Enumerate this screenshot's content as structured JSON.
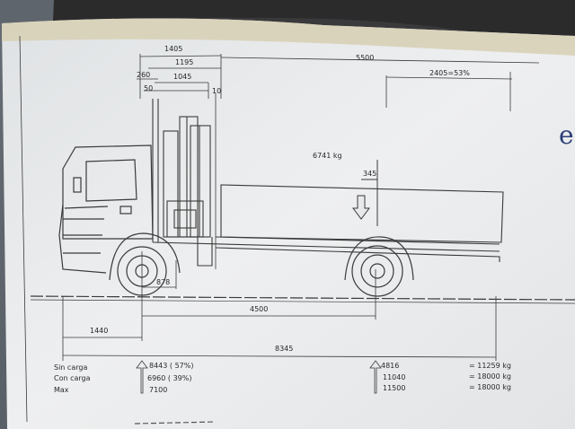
{
  "top_dimensions": {
    "d1405": "1405",
    "d1195": "1195",
    "d5500": "5500",
    "d260": "260",
    "d1045": "1045",
    "d2405": "2405=53%",
    "d50": "50",
    "d10": "10"
  },
  "load": {
    "weight": "6741 kg",
    "offset": "345"
  },
  "bottom_dimensions": {
    "d878": "878",
    "d4500": "4500",
    "d1440": "1440",
    "d8345": "8345"
  },
  "load_table": {
    "rows": [
      {
        "label": "Sin carga",
        "front": "8443 ( 57%)",
        "rear": "4816",
        "total": "= 11259 kg"
      },
      {
        "label": "Con carga",
        "front": "6960 ( 39%)",
        "rear": "11040",
        "total": "= 18000 kg"
      },
      {
        "label": "Max",
        "front": "7100",
        "rear": "11500",
        "total": "= 18000 kg"
      }
    ]
  },
  "handwritten_mark": "e"
}
